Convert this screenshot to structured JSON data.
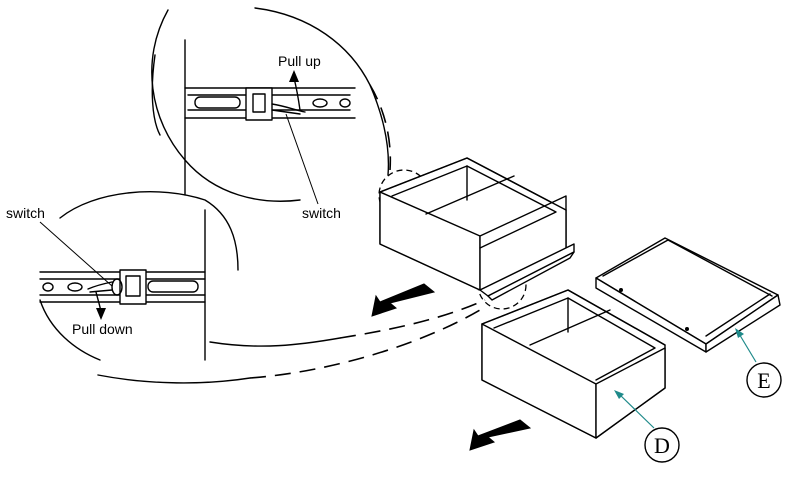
{
  "labels": {
    "pull_up": "Pull up",
    "switch_top": "switch",
    "switch_left": "switch",
    "pull_down": "Pull down"
  },
  "callouts": {
    "d": "D",
    "e": "E"
  },
  "colors": {
    "line": "#000000",
    "leader": "#1f8a8a",
    "background": "#ffffff"
  }
}
